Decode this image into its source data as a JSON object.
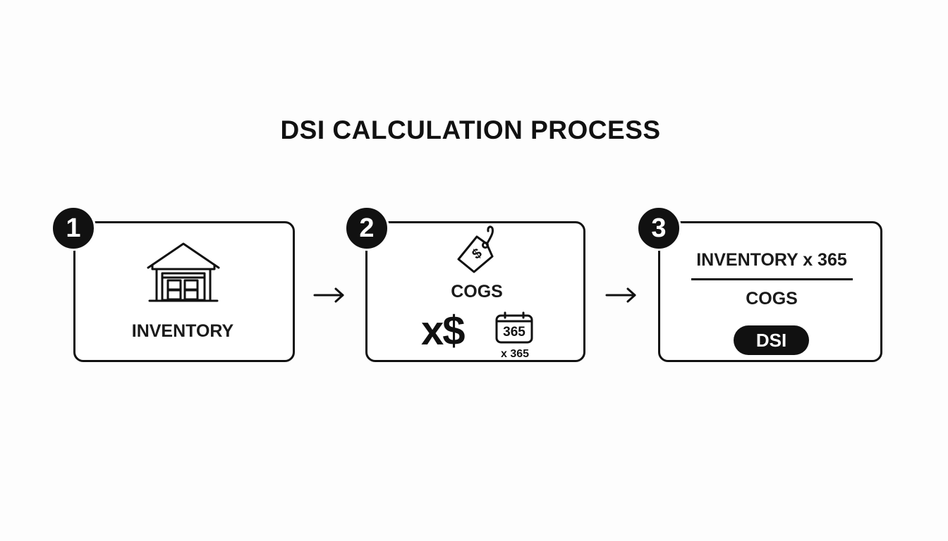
{
  "title": "DSI CALCULATION PROCESS",
  "steps": [
    {
      "number": "1",
      "label": "INVENTORY",
      "icon": "warehouse-icon"
    },
    {
      "number": "2",
      "label": "COGS",
      "icon": "price-tag-icon",
      "multiplier_symbol": "x$",
      "calendar_text": "365",
      "calendar_caption": "x 365"
    },
    {
      "number": "3",
      "numerator": "INVENTORY x 365",
      "denominator": "COGS",
      "result": "DSI"
    }
  ]
}
